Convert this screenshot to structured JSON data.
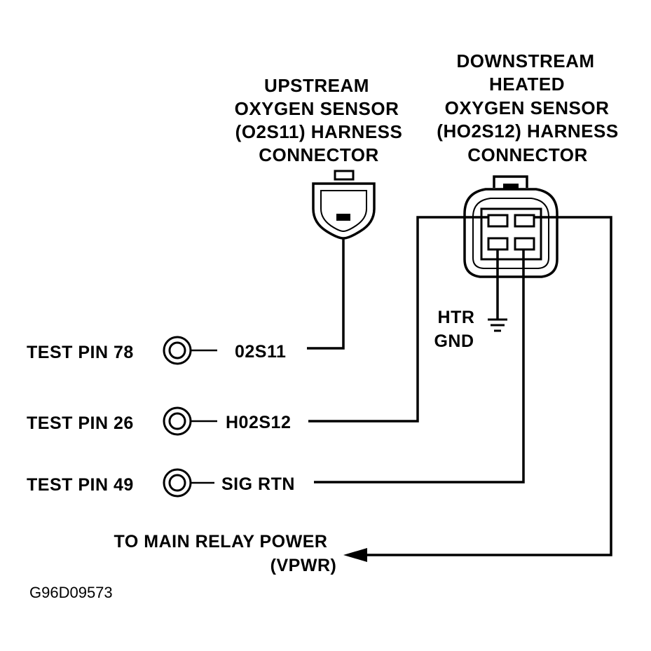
{
  "upstream_label": [
    "UPSTREAM",
    "OXYGEN SENSOR",
    "(O2S11) HARNESS",
    "CONNECTOR"
  ],
  "downstream_label": [
    "DOWNSTREAM",
    "HEATED",
    "OXYGEN SENSOR",
    "(HO2S12) HARNESS",
    "CONNECTOR"
  ],
  "ground_label": [
    "HTR",
    "GND"
  ],
  "test_pins": [
    {
      "pin": "TEST PIN 78",
      "signal": "02S11"
    },
    {
      "pin": "TEST PIN 26",
      "signal": "H02S12"
    },
    {
      "pin": "TEST PIN 49",
      "signal": "SIG RTN"
    }
  ],
  "power_label": [
    "TO MAIN RELAY POWER",
    "(VPWR)"
  ],
  "figure_code": "G96D09573"
}
